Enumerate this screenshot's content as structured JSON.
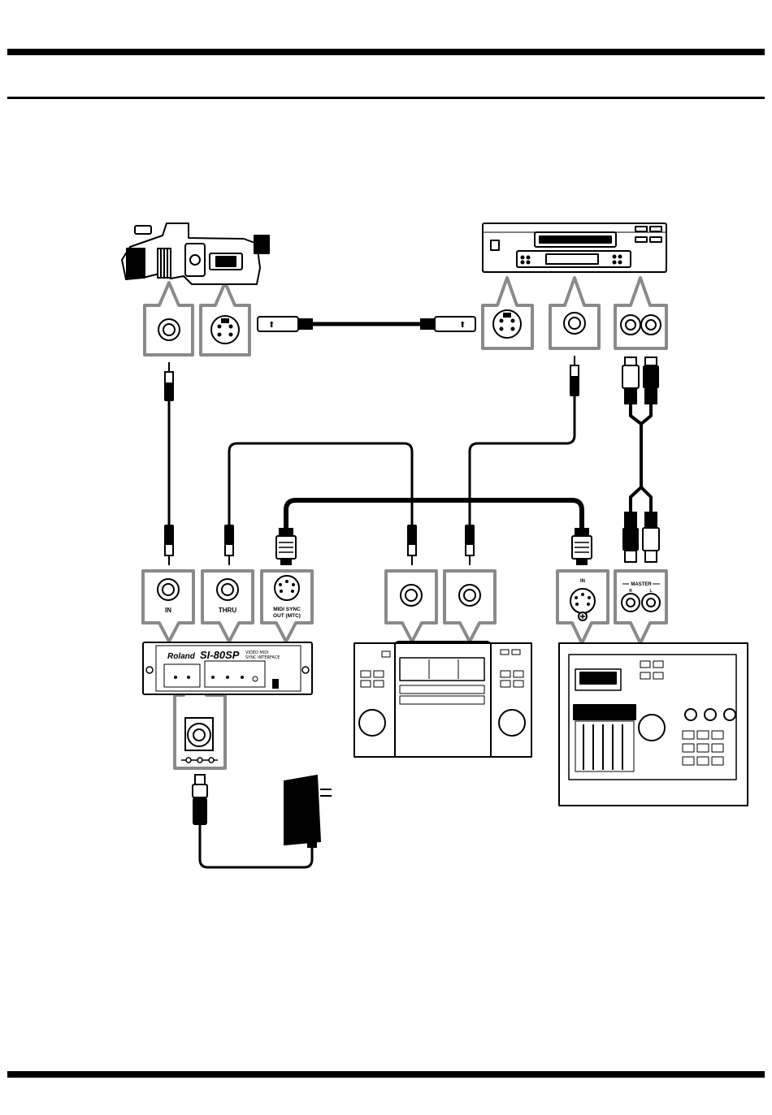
{
  "jack_labels": {
    "in": "IN",
    "thru": "THRU",
    "midi_sync_out": [
      "MIDI SYNC",
      "OUT (MTC)"
    ],
    "recorder_midi_in": "IN",
    "master": "MASTER",
    "master_r": "R",
    "master_l": "L"
  },
  "interface": {
    "brand": "Roland",
    "model": "SI-80SP",
    "subtitle": [
      "VIDEO MIDI",
      "SYNC INTERFACE"
    ]
  },
  "colors": {
    "rule": "#000000",
    "callout_border": "#8a8a8a",
    "cable": "#000000",
    "device_outline": "#222222"
  },
  "icons": [
    "camcorder-icon",
    "vcr-icon",
    "interface-icon",
    "sequencer-icon",
    "multitrack-recorder-icon",
    "ac-adapter-icon"
  ]
}
